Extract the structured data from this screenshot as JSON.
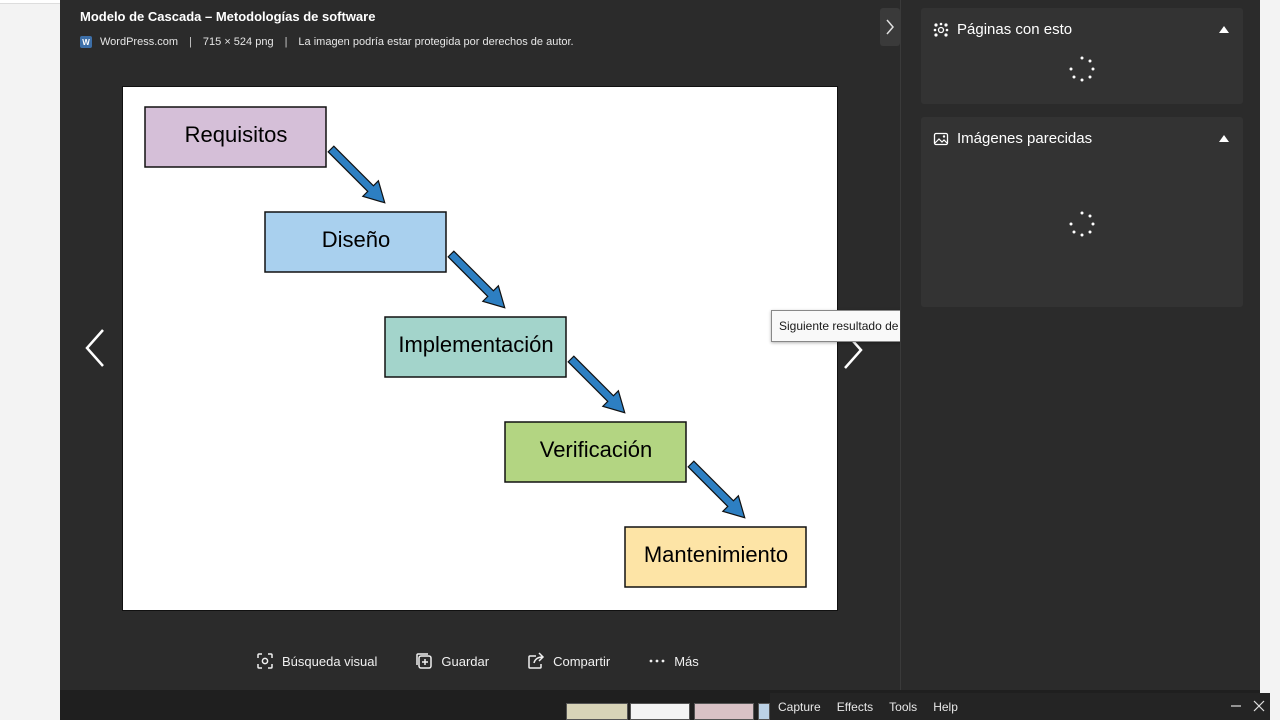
{
  "viewer": {
    "title": "Modelo de Cascada – Metodologías de software",
    "source": "WordPress.com",
    "dimensions": "715 × 524 png",
    "copyright": "La imagen podría estar protegida por derechos de autor.",
    "tooltip": "Siguiente resultado de imágenes"
  },
  "diagram": {
    "steps": [
      {
        "label": "Requisitos",
        "color": "#d5bfd8"
      },
      {
        "label": "Diseño",
        "color": "#a9d0ee"
      },
      {
        "label": "Implementación",
        "color": "#a3d4cb"
      },
      {
        "label": "Verificación",
        "color": "#b3d582"
      },
      {
        "label": "Mantenimiento",
        "color": "#fde4a6"
      }
    ],
    "arrow_color": "#2d7fc2"
  },
  "actions": {
    "visual_search": "Búsqueda visual",
    "save": "Guardar",
    "share": "Compartir",
    "more": "Más"
  },
  "side": {
    "pages_title": "Páginas con esto",
    "similar_title": "Imágenes parecidas"
  },
  "capture_menu": {
    "capture": "Capture",
    "effects": "Effects",
    "tools": "Tools",
    "help": "Help"
  },
  "icons": [
    "wordpress-icon",
    "chevron-right-icon",
    "chevron-left-icon",
    "visual-search-icon",
    "add-collection-icon",
    "share-icon",
    "more-icon",
    "pages-icon",
    "image-icon",
    "caret-up-icon",
    "spinner-icon",
    "minimize-icon",
    "close-icon"
  ]
}
